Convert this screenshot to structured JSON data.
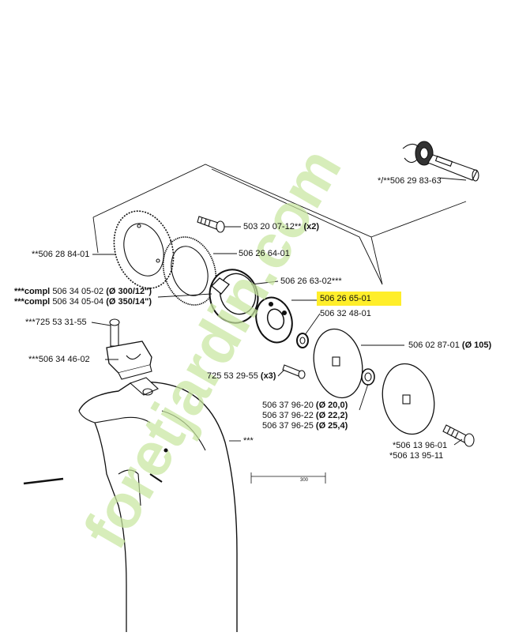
{
  "watermark": {
    "text": "foretjardin.com",
    "color": "#c8e6a0"
  },
  "highlight_color": "#ffee2a",
  "labels": {
    "p_50629": "*/**506 29 83-63",
    "p_50320_main": "503 20 07-12**",
    "p_50320_qty": "(x2)",
    "p_50628": "**506 28 84-01",
    "p_50626_64": "506 26 64-01",
    "p_50626_63": "506 26 63-02***",
    "p_50626_65": "506 26 65-01",
    "p_compl1_a": "***compl",
    "p_compl1_b": "506 34 05-02",
    "p_compl1_c": "(Ø 300/12\")",
    "p_compl2_a": "***compl",
    "p_compl2_b": "506 34 05-04",
    "p_compl2_c": "(Ø 350/14\")",
    "p_50632": "506 32 48-01",
    "p_72553_31": "***725 53 31-55",
    "p_50602_main": "506 02 87-01",
    "p_50602_dia": "(Ø 105)",
    "p_50634_46": "***506 34 46-02",
    "p_72553_29_main": "725 53 29-55",
    "p_72553_29_qty": "(x3)",
    "p_50637_20_main": "506 37 96-20",
    "p_50637_20_dia": "(Ø 20,0)",
    "p_50637_22_main": "506 37 96-22",
    "p_50637_22_dia": "(Ø 22,2)",
    "p_50637_25_main": "506 37 96-25",
    "p_50637_25_dia": "(Ø 25,4)",
    "p_guard": "***",
    "p_50613_96": "*506 13 96-01",
    "p_50613_95": "*506 13 95-11",
    "dim_300": "300"
  }
}
